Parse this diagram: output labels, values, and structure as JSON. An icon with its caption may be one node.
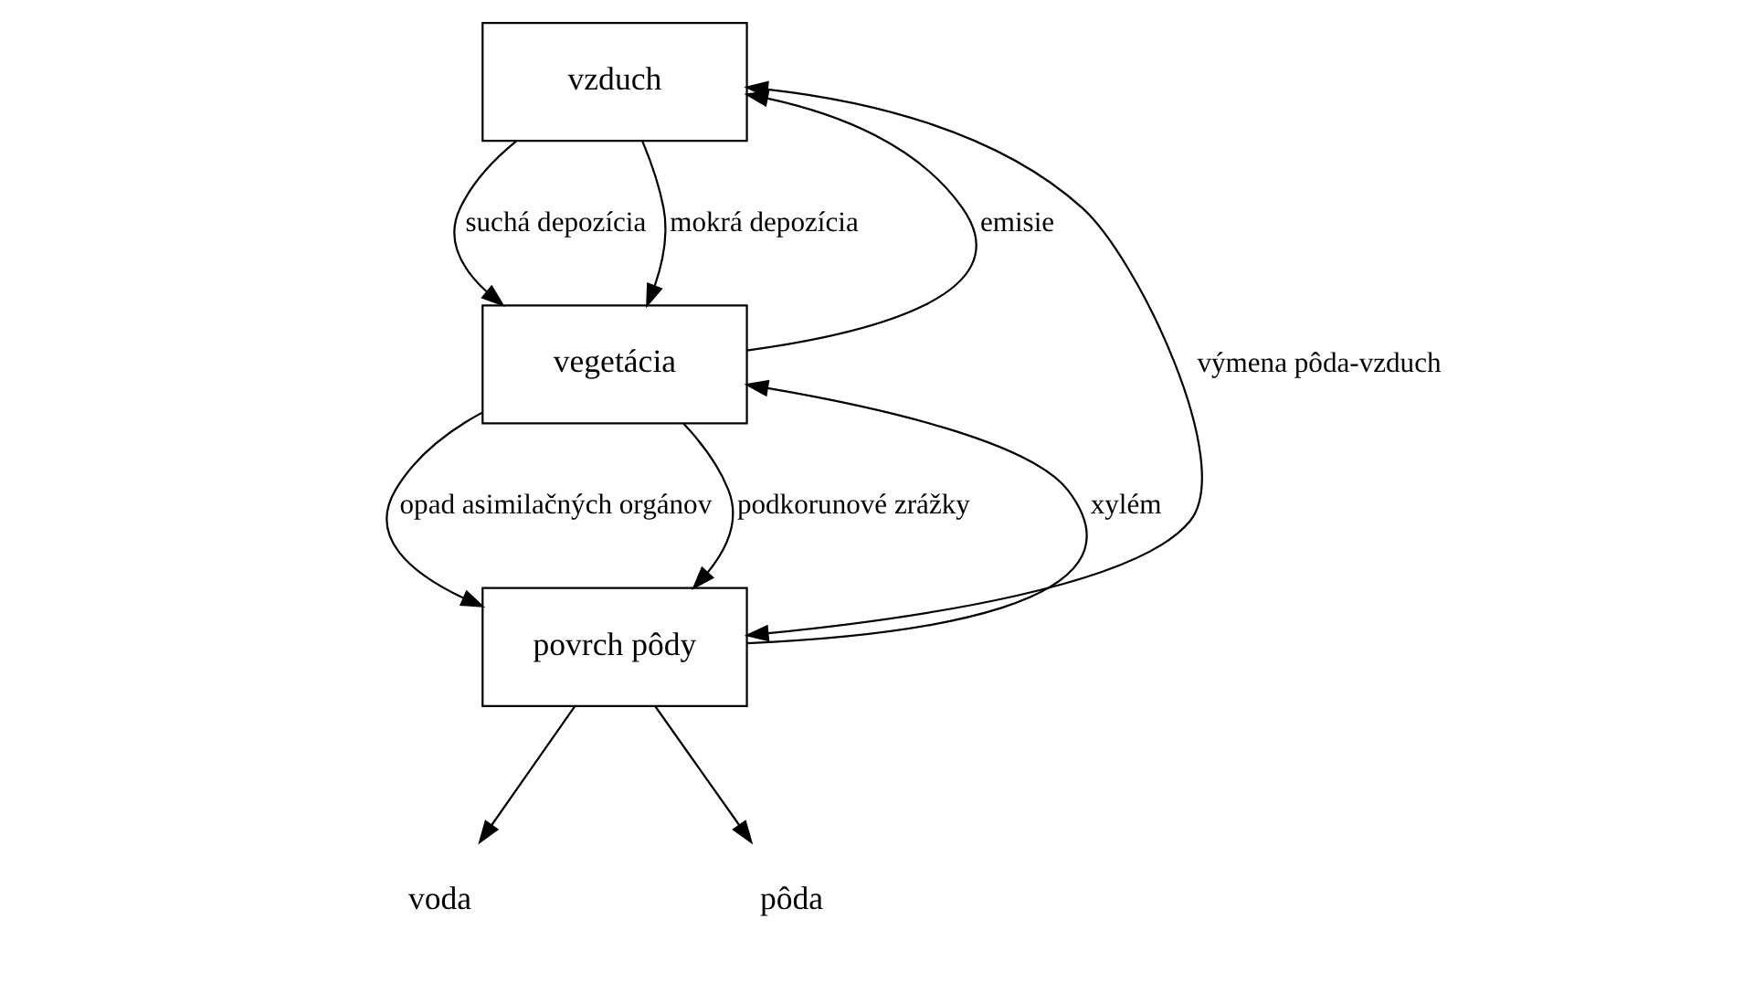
{
  "diagram": {
    "nodes": [
      {
        "text": [
          "vzduch"
        ]
      },
      {
        "text": [
          "vegetácia"
        ]
      },
      {
        "text": [
          "povrch pôdy"
        ]
      },
      {
        "text": [
          "voda"
        ]
      },
      {
        "text": [
          "pôda"
        ]
      }
    ],
    "edges": [
      {
        "from": 1,
        "to": 0,
        "arrow": "to",
        "label": "emisie"
      },
      {
        "from": 0,
        "to": 1,
        "arrow": "to",
        "label": "suchá depozícia"
      },
      {
        "from": 0,
        "to": 1,
        "arrow": "to",
        "label": "mokrá depozícia"
      },
      {
        "from": 2,
        "to": 1,
        "arrow": "to",
        "label": "xylém"
      },
      {
        "from": 1,
        "to": 2,
        "arrow": "to",
        "label": "opad asimilačných orgánov"
      },
      {
        "from": 1,
        "to": 2,
        "arrow": "to",
        "label": "podkorunové zrážky"
      },
      {
        "from": 2,
        "to": 0,
        "arrow": "both",
        "label": "výmena pôda-vzduch"
      },
      {
        "from": 2,
        "to": 3,
        "arrow": "to"
      },
      {
        "from": 2,
        "to": 4,
        "arrow": "to"
      }
    ]
  }
}
